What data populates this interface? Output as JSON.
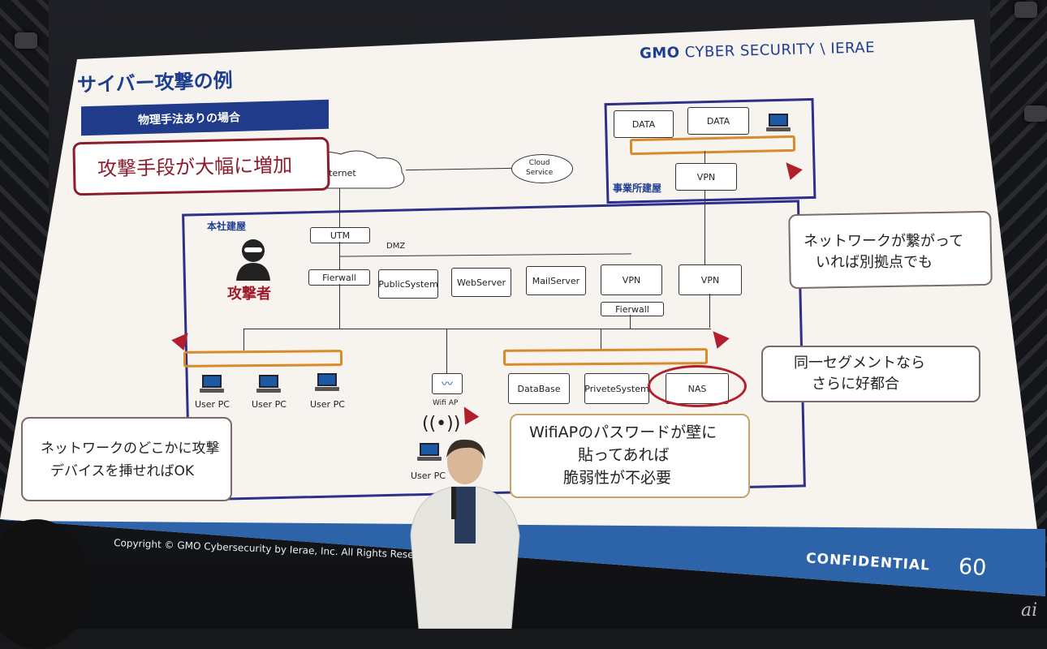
{
  "slide": {
    "title": "サイバー攻撃の例",
    "subtitle": "物理手法ありの場合",
    "logo": {
      "brand": "GMO",
      "text": "CYBER SECURITY",
      "sep": "\\",
      "partner": "IERAE"
    },
    "headline_callout": "攻撃手段が大幅に増加",
    "copyright": "Copyright © GMO Cybersecurity by Ierae, Inc. All Rights Reserved.",
    "confidential": "CONFIDENTIAL",
    "page_number": "60"
  },
  "diagram": {
    "internet": "Internet",
    "cloud": "Cloud\nService",
    "hq_label": "本社建屋",
    "branch_label": "事業所建屋",
    "attacker_label": "攻撃者",
    "dmz": "DMZ",
    "nodes": {
      "utm": "UTM",
      "firewall": "Fierwall",
      "public_system": "PublicSystem",
      "web_server": "WebServer",
      "mail_server": "MailServer",
      "vpn_hq": "VPN",
      "vpn_hq2": "VPN",
      "fierwall_vpn": "Fierwall",
      "database": "DataBase",
      "privete_system": "PriveteSystem",
      "nas": "NAS",
      "data1": "DATA",
      "data2": "DATA",
      "vpn_branch": "VPN",
      "wifi_ap": "Wifi AP"
    },
    "user_pcs": [
      "User PC",
      "User PC",
      "User PC"
    ],
    "wifi_user_pc": "User PC"
  },
  "callouts": {
    "network_connected": [
      "ネットワークが繋がって",
      "いれば別拠点でも"
    ],
    "same_segment": [
      "同一セグメントなら",
      "さらに好都合"
    ],
    "attack_device": [
      "ネットワークのどこかに攻撃",
      "デバイスを挿せればOK"
    ],
    "wifi_password": [
      "WifiAPのパスワードが壁に",
      "貼ってあれば",
      "脆弱性が不必要"
    ]
  },
  "watermark": "ai",
  "colors": {
    "accent_blue": "#1d3d8f",
    "segment_orange": "#d98a2a",
    "attack_red": "#a11a2a",
    "footer_blue": "#2d63a8"
  }
}
